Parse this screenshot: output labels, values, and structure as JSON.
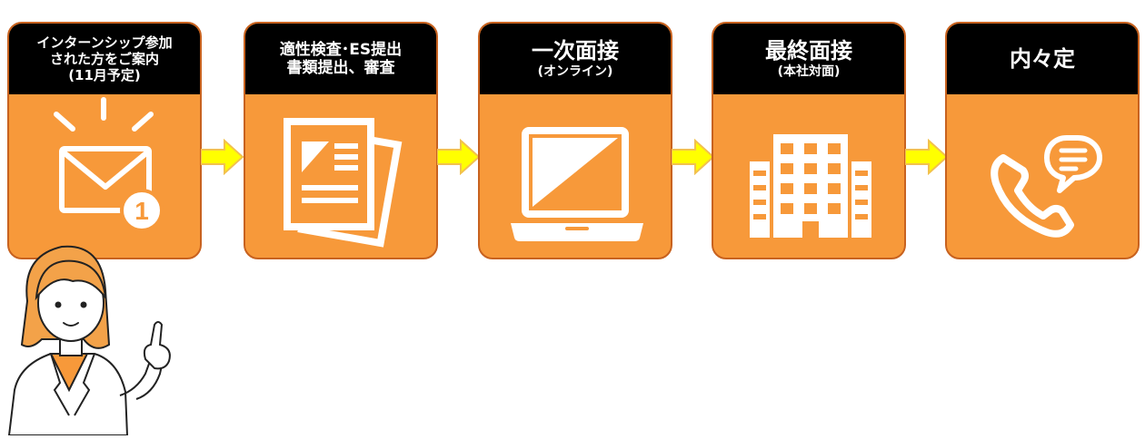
{
  "steps": [
    {
      "lines": [
        "インターンシップ参加",
        "された方をご案内",
        "(11月予定)"
      ],
      "icon": "mail-badge-icon",
      "badge": "1"
    },
    {
      "lines": [
        "適性検査･ES提出",
        "書類提出、審査"
      ],
      "icon": "documents-icon"
    },
    {
      "lines": [
        "一次面接",
        "(オンライン)"
      ],
      "icon": "laptop-icon"
    },
    {
      "lines": [
        "最終面接",
        "(本社対面)"
      ],
      "icon": "office-building-icon"
    },
    {
      "lines": [
        "内々定"
      ],
      "icon": "phone-chat-icon"
    }
  ],
  "colors": {
    "accent": "#f7993a",
    "border": "#c8621f",
    "header": "#000000",
    "arrow": "#ffff00"
  }
}
